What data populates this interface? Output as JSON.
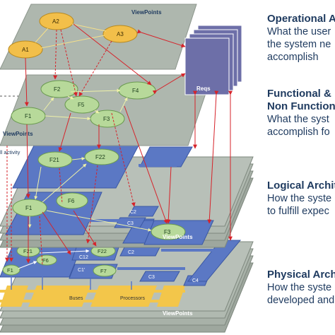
{
  "diagram": {
    "layer_label": "ViewPoints",
    "reqs_label": "Reqs",
    "activity_label": "ll activity",
    "operational_nodes": [
      "A2",
      "A3",
      "A1"
    ],
    "functional_nodes": [
      "F2",
      "F4",
      "F1",
      "F5",
      "F3"
    ],
    "logical_nodes": [
      "F21",
      "F22",
      "F1",
      "F6",
      "F3"
    ],
    "logical_connectors": [
      "C2",
      "C3"
    ],
    "physical_nodes": [
      "F21",
      "F22",
      "F1",
      "F6",
      "F7"
    ],
    "physical_connectors": [
      "C2",
      "C12",
      "C1'",
      "C3",
      "C4"
    ],
    "physical_buses": [
      "Buses",
      "Processors"
    ]
  },
  "side_panel": [
    {
      "title": "Operational A",
      "desc": [
        "What the user",
        "the system ne",
        "accomplish"
      ]
    },
    {
      "title": "Functional &",
      "title2": "Non Function",
      "desc": [
        "What the syst",
        "accomplish fo"
      ]
    },
    {
      "title": "Logical Archit",
      "desc": [
        "How the syste",
        "to fulfill expec"
      ]
    },
    {
      "title": "Physical Arch",
      "desc": [
        "How the syste",
        "developed and"
      ]
    }
  ],
  "colors": {
    "layer_gray": "#aeb7ae",
    "layer_gray_edge": "#8c968c",
    "operational_node": "#f2bf4a",
    "functional_node": "#b7d99a",
    "logical_layer": "#5b78c4",
    "reqs": "#6d6fa8",
    "arrow": "#d6232a",
    "text": "#1e3a5f"
  }
}
